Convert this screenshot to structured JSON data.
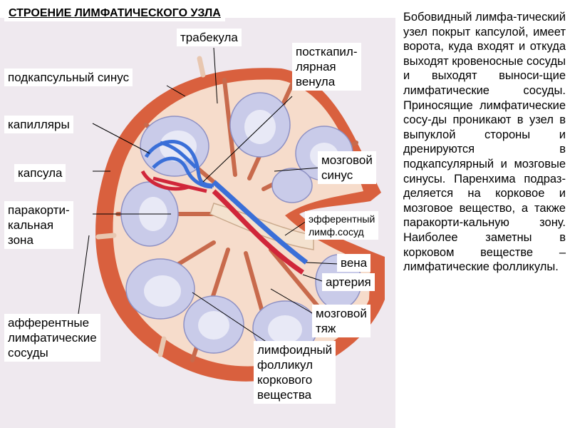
{
  "title": "СТРОЕНИЕ ЛИМФАТИЧЕСКОГО УЗЛА",
  "labels": {
    "trabecula": "трабекула",
    "subcapsular_sinus": "подкапсульный синус",
    "postcapillary_venule": "посткапил-\nлярная\nвенула",
    "capillaries": "капилляры",
    "capsule": "капсула",
    "medullary_sinus": "мозговой\nсинус",
    "paracortical_zone": "паракорти-\nкальная\nзона",
    "efferent_vessel": "эфферентный\nлимф.сосуд",
    "vein": "вена",
    "artery": "артерия",
    "medullary_cord": "мозговой\nтяж",
    "afferent_vessels": "афферентные\nлимфатические\nсосуды",
    "lymphoid_follicle": "лимфоидный\nфолликул\nкоркового\nвещества"
  },
  "description": "Бобовидный лимфа-тический узел покрыт капсулой, имеет ворота, куда входят и откуда выходят кровеносные сосуды и выходят выноси-щие лимфатические сосуды. Приносящие лимфатические сосу-ды проникают в узел в выпуклой стороны и дренируются в подкапсулярный и мозговые синусы. Паренхима подраз-деляется на корковое и мозговое вещество, а также паракорти-кальную зону. Наиболее заметны в корковом веществе – лимфатические фолликулы.",
  "colors": {
    "capsule": "#d9603e",
    "cortex": "#f6dccb",
    "follicle": "#c9cbe9",
    "vein": "#3a6fd8",
    "artery": "#d0263a",
    "efferent": "#f4e2cf"
  }
}
